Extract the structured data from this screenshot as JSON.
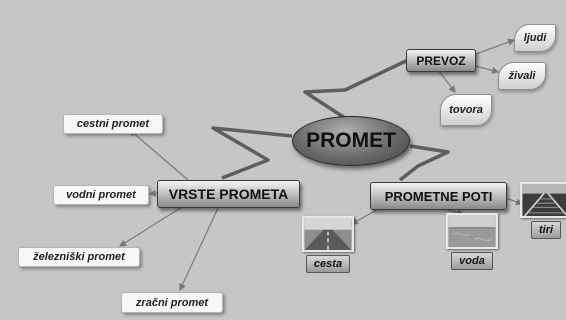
{
  "diagram": {
    "root": "PROMET",
    "branches": {
      "prevoz": {
        "label": "PREVOZ",
        "children": [
          "ljudi",
          "živali",
          "tovora"
        ]
      },
      "vrste_prometa": {
        "label": "VRSTE PROMETA",
        "children": [
          "cestni promet",
          "vodni promet",
          "železniški promet",
          "zračni promet"
        ]
      },
      "prometne_poti": {
        "label": "PROMETNE POTI",
        "children": [
          "tiri",
          "cesta",
          "voda"
        ]
      }
    }
  },
  "colors": {
    "background": "#c6c6c6",
    "connector": "#5e5e5e",
    "link": "#7a7a7a"
  },
  "images": {
    "tiri": "railway tracks",
    "cesta": "road",
    "voda": "water"
  }
}
